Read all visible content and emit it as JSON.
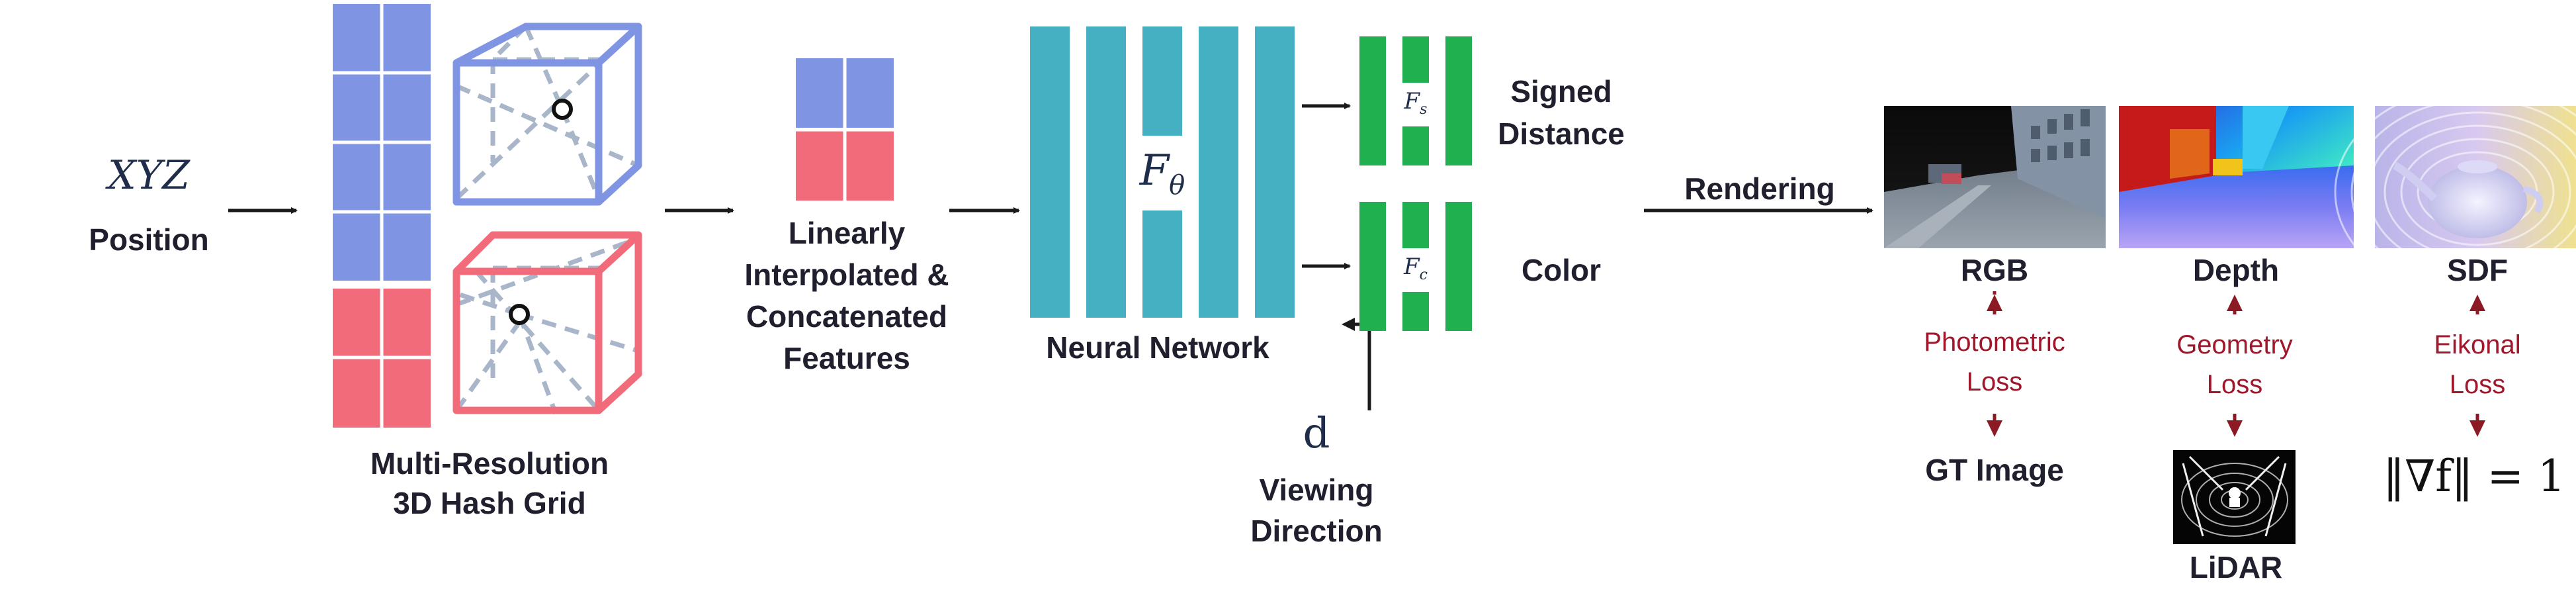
{
  "input": {
    "symbol": "XYZ",
    "label": "Position"
  },
  "hash_grid": {
    "label_line1": "Multi-Resolution",
    "label_line2": "3D Hash Grid",
    "colors": {
      "blue": "#7f95e3",
      "red": "#f26b7a",
      "dash": "#a9b6c9"
    }
  },
  "features": {
    "label_line1": "Linearly",
    "label_line2": "Interpolated &",
    "label_line3": "Concatenated",
    "label_line4": "Features"
  },
  "network": {
    "symbol": "F_θ",
    "symbol_main": "F",
    "symbol_sub": "θ",
    "label": "Neural Network",
    "color": "#44b0c1"
  },
  "heads": {
    "sdf_symbol_main": "F",
    "sdf_symbol_sub": "s",
    "color_symbol_main": "F",
    "color_symbol_sub": "c",
    "sdf_label_line1": "Signed",
    "sdf_label_line2": "Distance",
    "color_label": "Color",
    "color": "#21b04f"
  },
  "view": {
    "symbol": "d",
    "label_line1": "Viewing",
    "label_line2": "Direction"
  },
  "rendering": {
    "label": "Rendering"
  },
  "outputs": {
    "rgb_label": "RGB",
    "depth_label": "Depth",
    "sdf_label": "SDF"
  },
  "losses": {
    "photometric_line1": "Photometric",
    "photometric_line2": "Loss",
    "geometry_line1": "Geometry",
    "geometry_line2": "Loss",
    "eikonal_line1": "Eikonal",
    "eikonal_line2": "Loss",
    "color": "#a0162a"
  },
  "targets": {
    "gt_label": "GT Image",
    "lidar_label": "LiDAR",
    "eikonal_equation": "‖∇f‖ = 1"
  }
}
